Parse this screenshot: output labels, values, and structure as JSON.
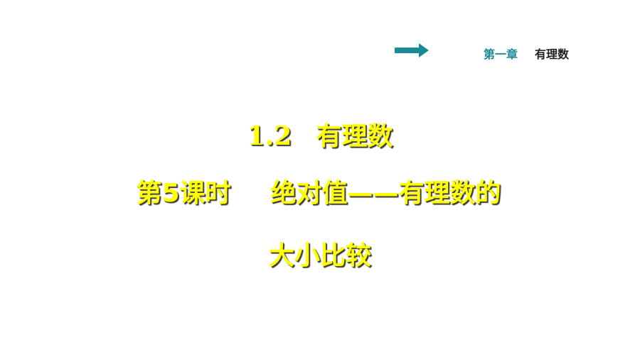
{
  "header": {
    "chapter_number": "第一章",
    "chapter_name": "有理数",
    "arrow_icon": "right-arrow-icon",
    "arrow_color": "#1a8a96"
  },
  "title": {
    "section_number": "1.2",
    "section_name": "有理数",
    "lesson": "第5课时",
    "topic_line1": "绝对值——有理数的",
    "topic_line2": "大小比较",
    "text_color": "#ffff00"
  }
}
